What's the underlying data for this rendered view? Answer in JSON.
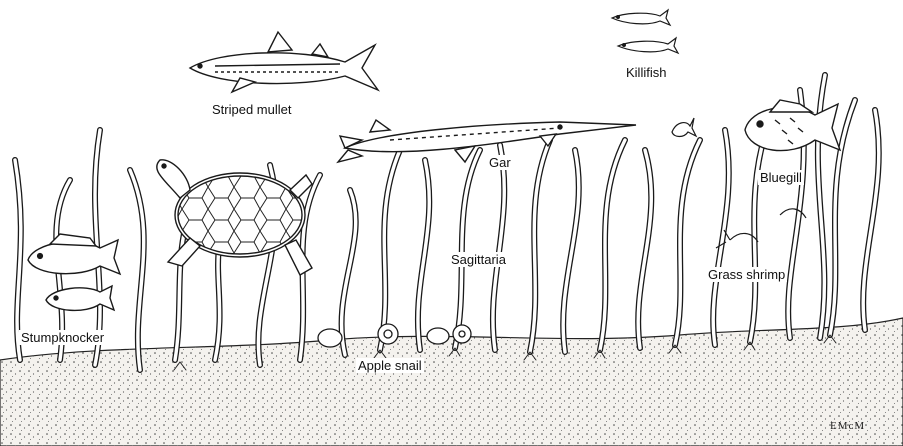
{
  "labels": {
    "striped_mullet": "Striped mullet",
    "killifish": "Killifish",
    "gar": "Gar",
    "bluegill": "Bluegill",
    "sagittaria": "Sagittaria",
    "grass_shrimp": "Grass shrimp",
    "stumpknocker": "Stumpknocker",
    "apple_snail": "Apple snail"
  },
  "signature": "EMcM",
  "colors": {
    "ink": "#1a1a1a",
    "paper": "#ffffff",
    "sand": "#f4f2ee"
  }
}
